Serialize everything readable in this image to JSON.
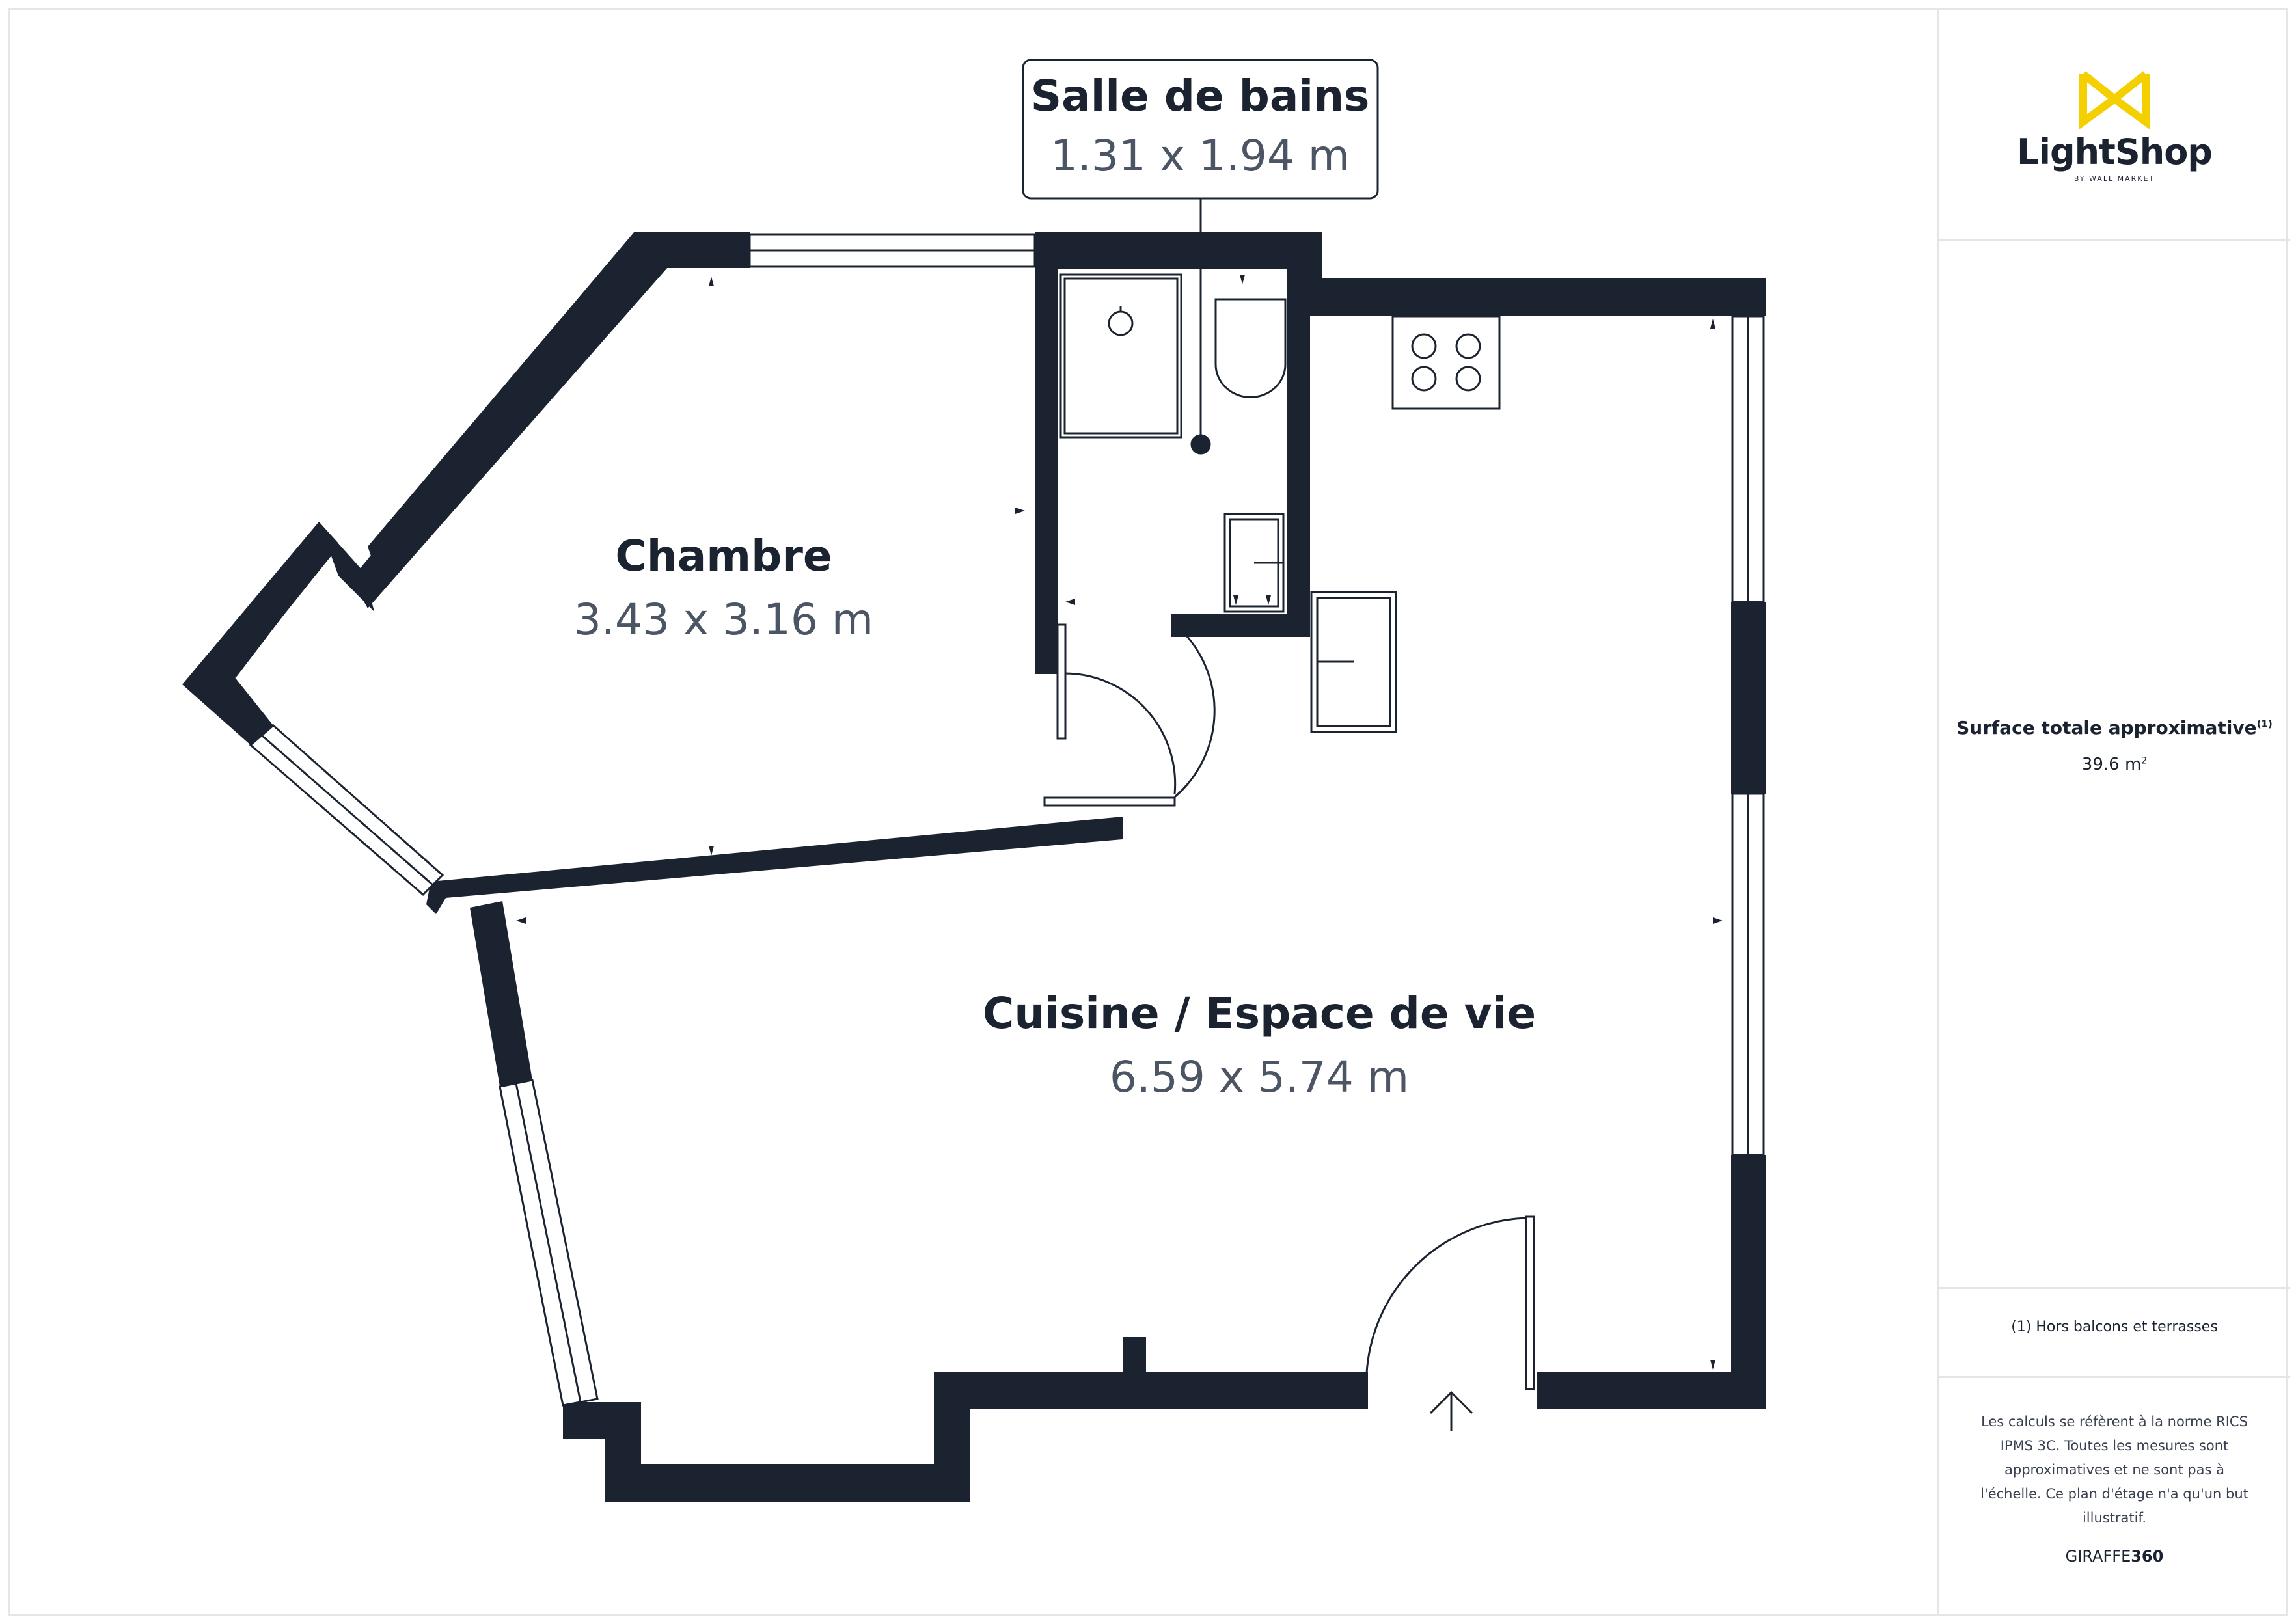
{
  "rooms": {
    "bathroom": {
      "name": "Salle de bains",
      "size": "1.31 x 1.94 m"
    },
    "bedroom": {
      "name": "Chambre",
      "size": "3.43 x 3.16 m"
    },
    "living": {
      "name": "Cuisine / Espace de vie",
      "size": "6.59 x 5.74 m"
    }
  },
  "sidebar": {
    "logo": {
      "name": "LightShop",
      "subtitle": "BY WALL MARKET"
    },
    "area_label": "Surface totale approximative",
    "area_note_marker": "(1)",
    "area_value": "39.6 m",
    "area_unit_sup": "2",
    "footnote": "(1) Hors balcons et terrasses",
    "disclaimer": "Les calculs se réfèrent à la norme RICS IPMS 3C. Toutes les mesures sont approximatives et ne sont pas à l'échelle. Ce plan d'étage n'a qu'un but illustratif.",
    "brand_light": "GIRAFFE",
    "brand_bold": "360"
  },
  "colors": {
    "wall": "#1b2330",
    "frame": "#e3e5e8",
    "logo_accent": "#f5d000",
    "size_text": "#4b5563"
  },
  "icons": [
    "lightshop-logo-icon",
    "entrance-arrow-icon",
    "stove-icon",
    "shower-icon",
    "toilet-icon",
    "sink-icon"
  ]
}
